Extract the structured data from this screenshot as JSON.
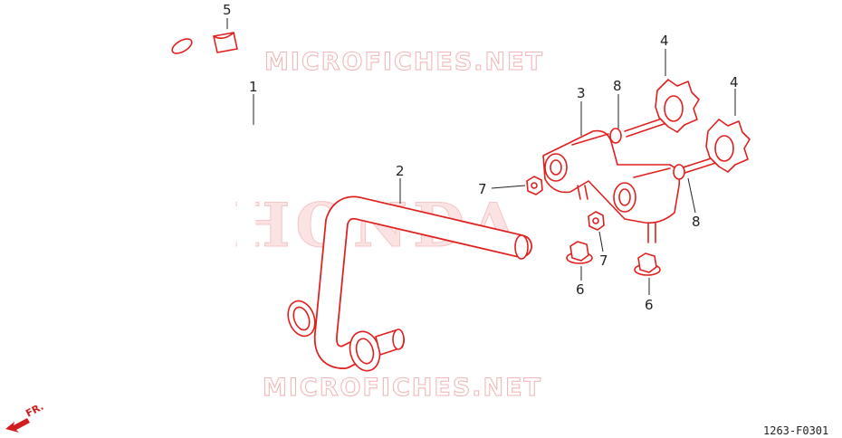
{
  "watermarks": {
    "top": "MICROFICHES.NET",
    "bottom": "MICROFICHES.NET",
    "center": "HONDA"
  },
  "callouts": {
    "c1": "1",
    "c2": "2",
    "c3": "3",
    "c4a": "4",
    "c4b": "4",
    "c5": "5",
    "c6a": "6",
    "c6b": "6",
    "c7a": "7",
    "c7b": "7",
    "c8a": "8",
    "c8b": "8"
  },
  "direction_label": "FR.",
  "diagram_code": "1263-F0301",
  "colors": {
    "parts": "#e0201f",
    "watermark": "#f2b8b8",
    "text": "#222222"
  }
}
